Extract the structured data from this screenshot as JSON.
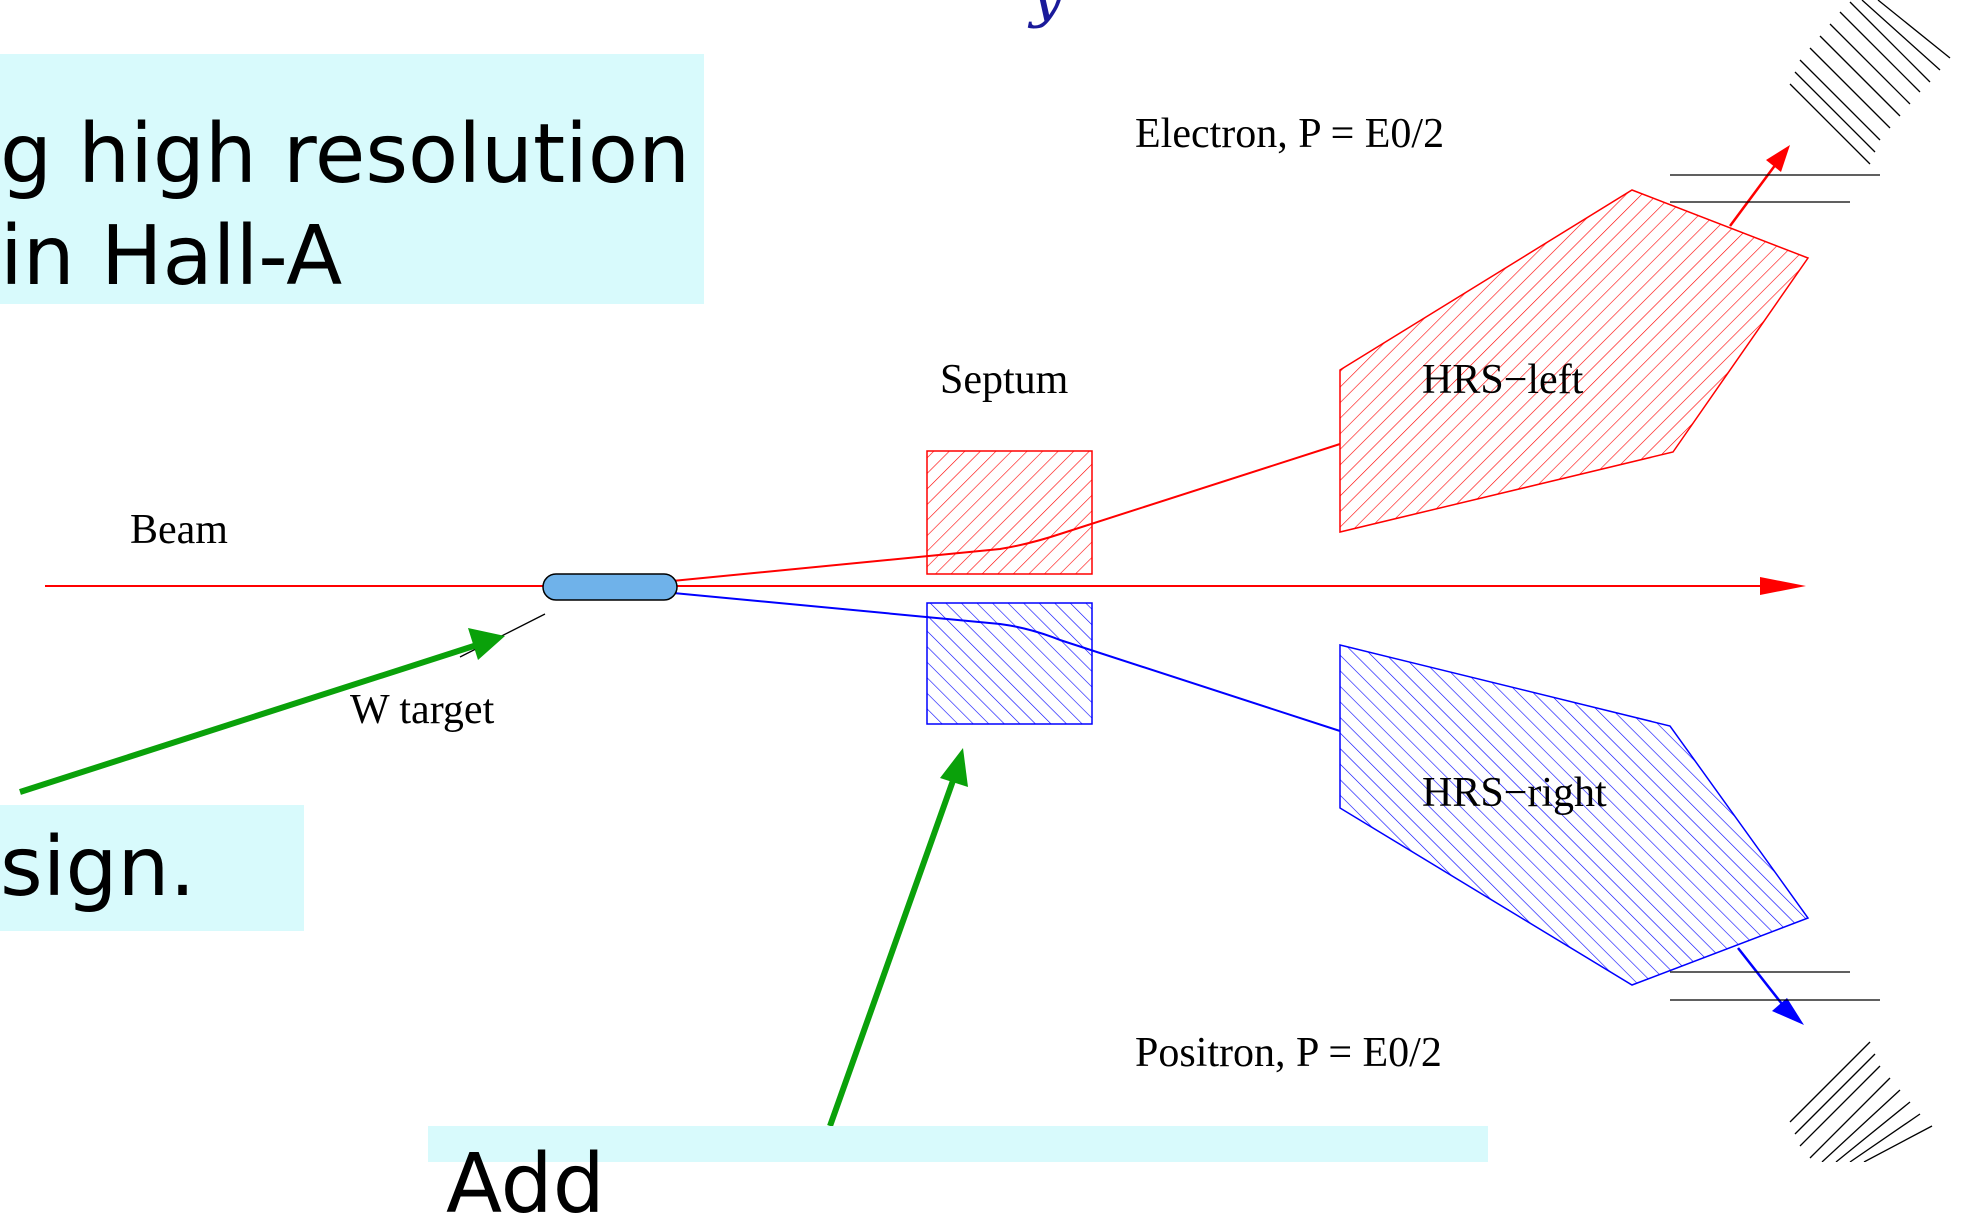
{
  "title_fragment": "y",
  "callouts": {
    "top": {
      "line1": "g high resolution",
      "line2": "in Hall-A"
    },
    "middle": {
      "line1": "sign."
    },
    "bottom": {
      "line1": "Add"
    }
  },
  "diagram": {
    "labels": {
      "electron": "Electron, P = E0/2",
      "positron": "Positron, P = E0/2",
      "septum": "Septum",
      "hrs_left": "HRS−left",
      "hrs_right": "HRS−right",
      "beam": "Beam",
      "target": "W target"
    },
    "colors": {
      "electron": "#ff0000",
      "positron": "#0000ff",
      "target_fill": "#6fb2ea",
      "annotation_arrow": "#0aa10a",
      "callout_bg": "#d8fafc",
      "title": "#1a1a9a"
    }
  }
}
